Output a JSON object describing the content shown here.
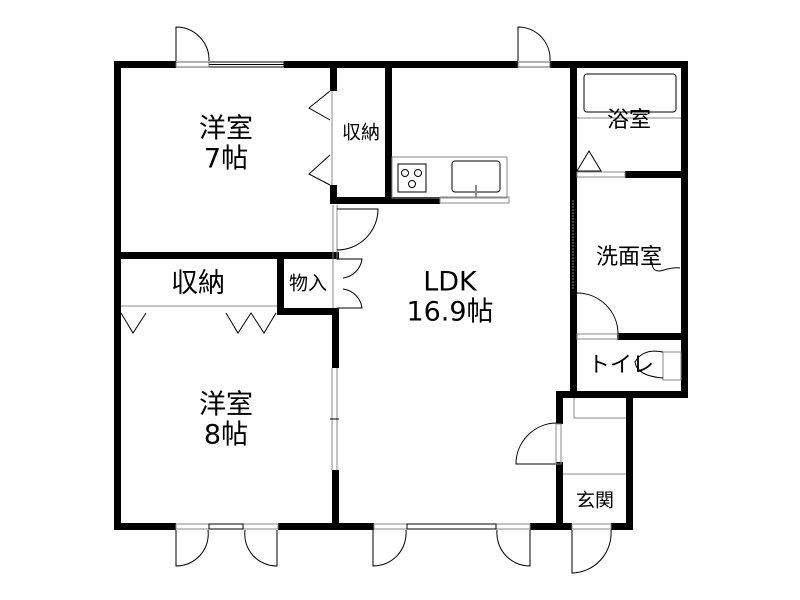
{
  "floor_plan": {
    "type": "apartment layout (間取り図)",
    "rooms": [
      {
        "id": "western_room_1",
        "name": "洋室",
        "size": "7帖"
      },
      {
        "id": "closet_1",
        "name": "収納"
      },
      {
        "id": "bathroom",
        "name": "浴室"
      },
      {
        "id": "washroom",
        "name": "洗面室"
      },
      {
        "id": "toilet",
        "name": "トイレ"
      },
      {
        "id": "closet_2",
        "name": "収納"
      },
      {
        "id": "storage",
        "name": "物入"
      },
      {
        "id": "ldk",
        "name": "LDK",
        "size": "16.9帖"
      },
      {
        "id": "western_room_2",
        "name": "洋室",
        "size": "8帖"
      },
      {
        "id": "entrance",
        "name": "玄関"
      }
    ],
    "colors": {
      "wall": "#000000",
      "fixture": "#000000",
      "background": "#ffffff",
      "thin_line": "#888888"
    }
  }
}
